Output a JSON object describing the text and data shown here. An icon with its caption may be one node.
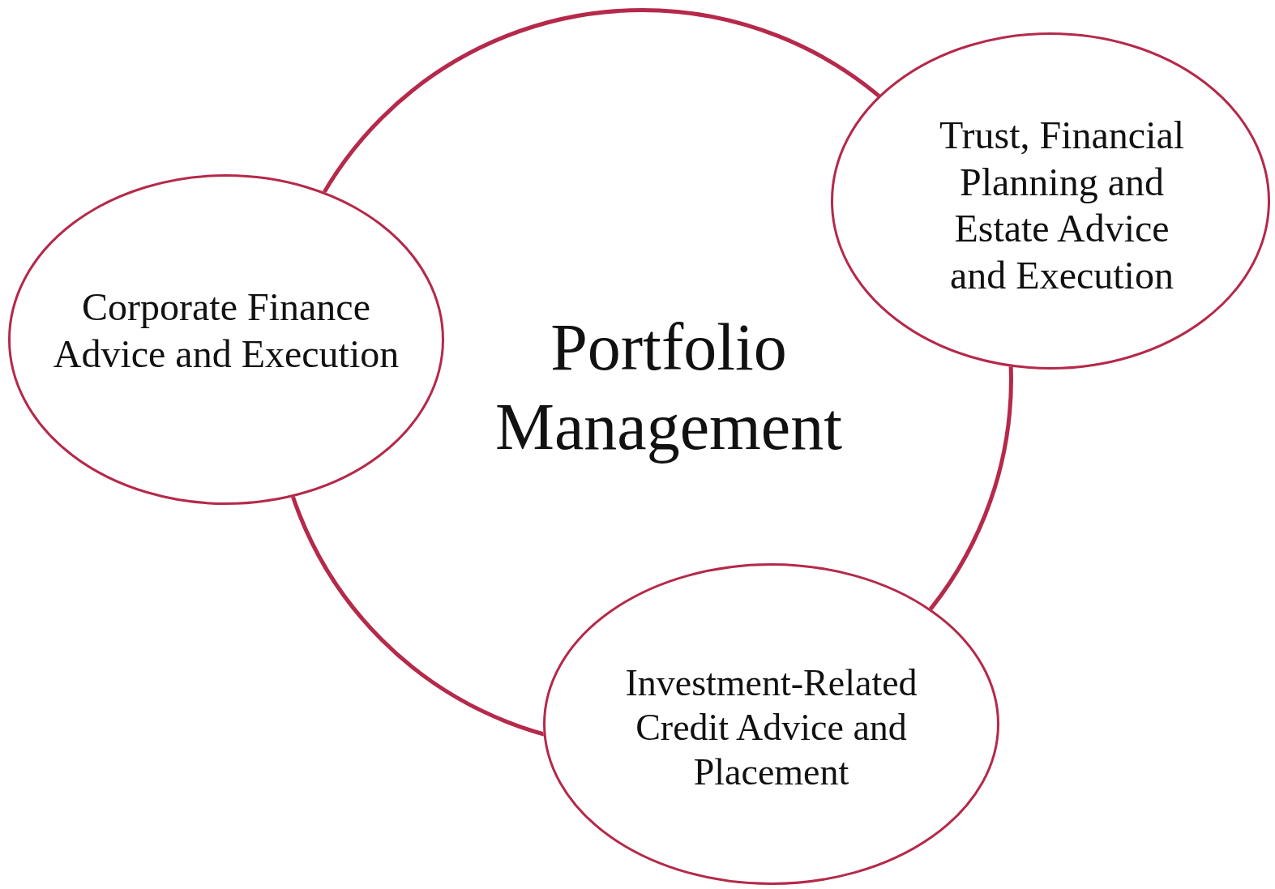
{
  "diagram": {
    "nodes": [
      {
        "text": [
          "Portfolio Management"
        ]
      },
      {
        "text": [
          "Corporate Finance Advice and Execution"
        ]
      },
      {
        "text": [
          "Trust, Financial Planning and Estate Advice and Execution"
        ]
      },
      {
        "text": [
          "Investment-Related Credit Advice and Placement"
        ]
      }
    ]
  }
}
